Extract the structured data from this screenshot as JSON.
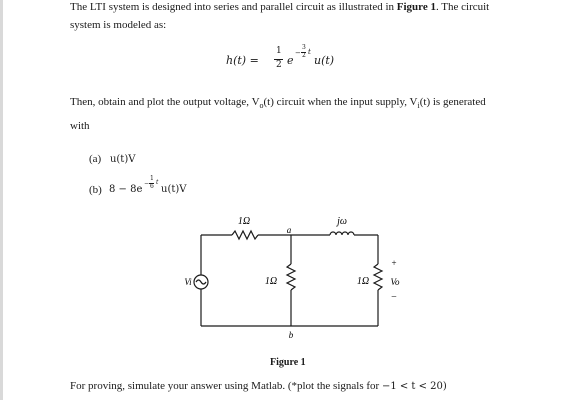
{
  "problem": {
    "intro_part1": "The LTI system is designed into series and parallel circuit as illustrated in ",
    "figure_ref": "Figure 1",
    "intro_part2": ". The circuit",
    "intro_line2": "system is modeled as:",
    "equation": {
      "lhs": "h(t) = ",
      "frac_num": "1",
      "frac_den": "2",
      "base": "e",
      "exp_sign": "−",
      "exp_num": "3",
      "exp_den": "2",
      "exp_var": "t",
      "tail": "u(t)"
    },
    "task_line1": "Then, obtain and plot the output voltage, V",
    "task_sub_o": "o",
    "task_mid": "(t) circuit when the input supply, V",
    "task_sub_i": "i",
    "task_tail": "(t) is generated",
    "task_line2": "with",
    "part_a": {
      "label": "(a)",
      "expr": "u(t)V"
    },
    "part_b": {
      "label": "(b)",
      "expr_pre": "8 − 8e",
      "exp_sign": "−",
      "exp_num": "1",
      "exp_den": "6",
      "exp_var": "t",
      "expr_post": "u(t)V"
    }
  },
  "circuit": {
    "r_series_label": "1Ω",
    "inductor_label": "jω",
    "node_a": "a",
    "node_b": "b",
    "r_shunt_label": "1Ω",
    "r_out_label": "1Ω",
    "source_label": "Vi",
    "output_label": "Vo",
    "plus": "+",
    "minus": "−"
  },
  "figure_caption": "Figure 1",
  "footer": {
    "text": "For proving, simulate your answer using Matlab. (*plot the signals for ",
    "range": "−1 < t < 20)"
  }
}
